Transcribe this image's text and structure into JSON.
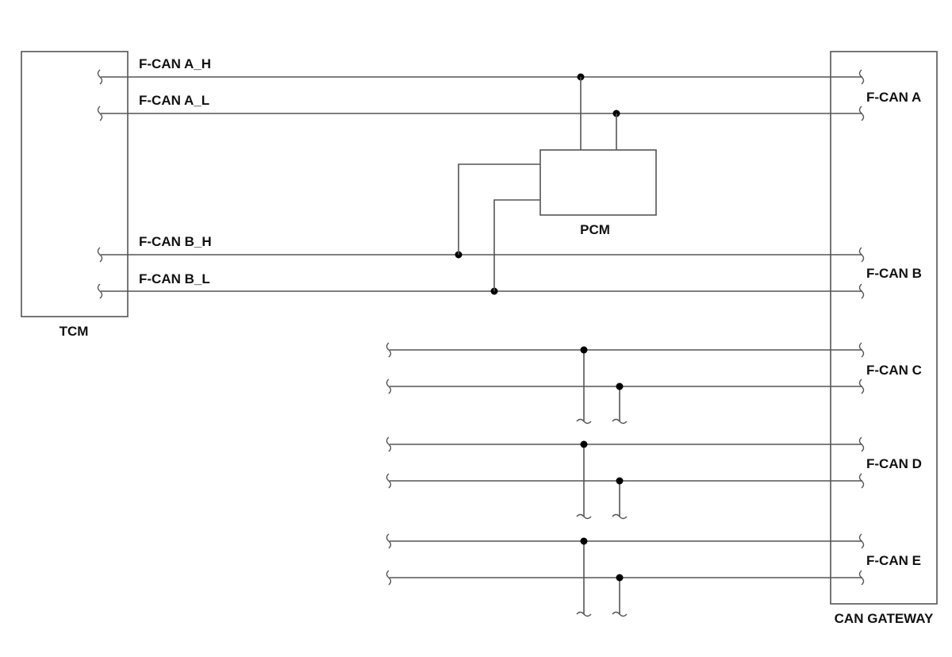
{
  "modules": {
    "tcm": "TCM",
    "pcm": "PCM",
    "gateway": "CAN GATEWAY"
  },
  "wires": {
    "a_h": "F-CAN A_H",
    "a_l": "F-CAN A_L",
    "b_h": "F-CAN B_H",
    "b_l": "F-CAN B_L"
  },
  "gateway_ports": {
    "a": "F-CAN A",
    "b": "F-CAN B",
    "c": "F-CAN C",
    "d": "F-CAN D",
    "e": "F-CAN E"
  },
  "colors": {
    "line": "#555555",
    "dot": "#000000",
    "text": "#111111"
  }
}
